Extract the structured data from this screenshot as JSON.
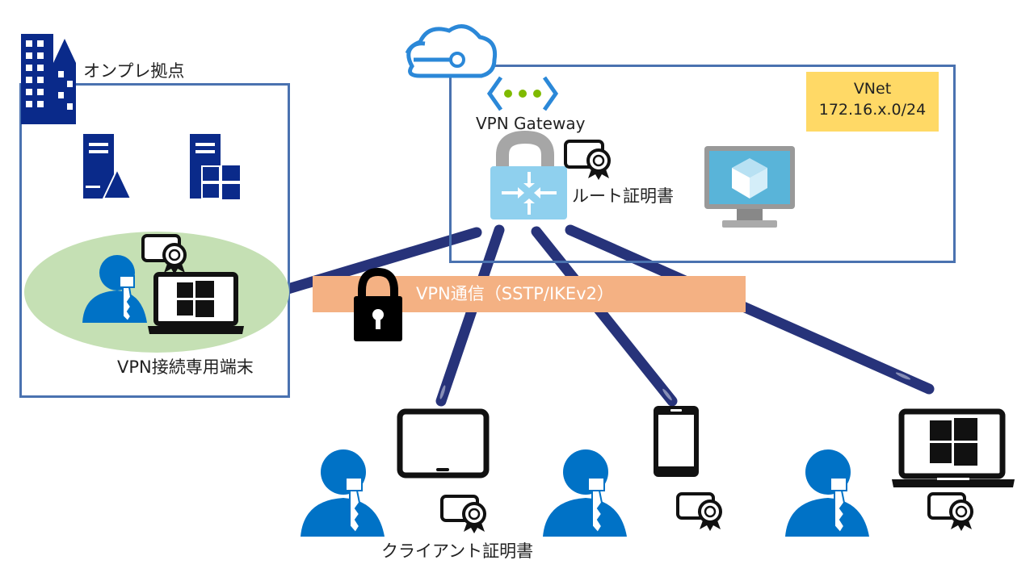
{
  "labels": {
    "onprem": "オンプレ拠点",
    "vpn_device": "VPN接続専用端末",
    "vpn_gateway": "VPN Gateway",
    "root_cert": "ルート証明書",
    "client_cert": "クライアント証明書",
    "vnet_name": "VNet",
    "vnet_range": "172.16.x.0/24",
    "vpn_link": "VPN通信（SSTP/IKEv2）"
  },
  "colors": {
    "box_border": "#4a72b0",
    "link": "#27337a",
    "person": "#0072c6",
    "building": "#0a2a8a",
    "vnet_bg": "#ffd966",
    "banner_bg": "#f4b183",
    "onprem_ellipse": "#c5e0b4",
    "gateway": "#8fd0ee"
  },
  "icons": [
    "building-icon",
    "server-icon",
    "windows-server-icon",
    "cloud-icon",
    "vnet-icon",
    "gateway-icon",
    "lock-icon",
    "certificate-icon",
    "vm-monitor-icon",
    "person-key-icon",
    "tablet-icon",
    "smartphone-icon",
    "laptop-icon"
  ]
}
